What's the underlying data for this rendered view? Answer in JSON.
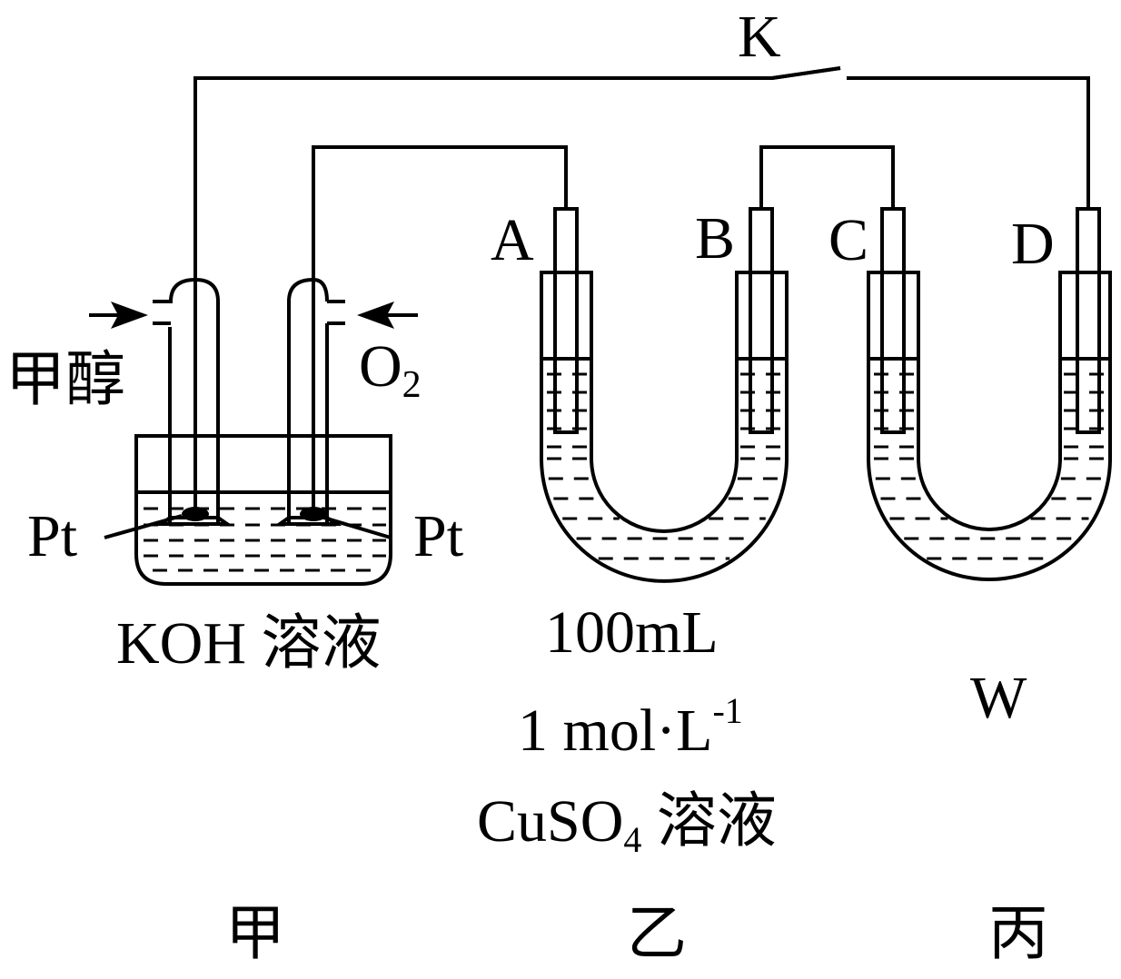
{
  "diagram": {
    "title": "Methanol fuel cell with two electrolytic U-tubes",
    "switch_label": "K",
    "cell_jia": {
      "name": "甲",
      "fuel_inlet": "甲醇",
      "oxidant_inlet_main": "O",
      "oxidant_inlet_sub": "2",
      "electrode_left": "Pt",
      "electrode_right": "Pt",
      "electrolyte": "KOH 溶液"
    },
    "cell_yi": {
      "name": "乙",
      "electrode_left": "A",
      "electrode_right": "B",
      "volume": "100mL",
      "concentration_main": "1 mol·L",
      "concentration_sup": "-1",
      "solution_main": "CuSO",
      "solution_sub": "4",
      "solution_suffix": " 溶液"
    },
    "cell_bing": {
      "name": "丙",
      "electrode_left": "C",
      "electrode_right": "D",
      "solution": "W"
    }
  }
}
